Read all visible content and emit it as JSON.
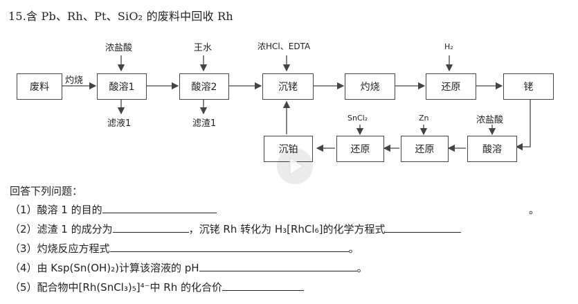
{
  "problem": {
    "title": "15.含 Pb、Rh、Pt、SiO₂ 的废料中回收 Rh"
  },
  "flow": {
    "boxes": {
      "waste": "废料",
      "acid_dissolve_1": "酸溶1",
      "acid_dissolve_2": "酸溶2",
      "precipitate_rh": "沉铑",
      "roast": "灼烧",
      "reduce_top": "还原",
      "rh": "铑",
      "acid_dissolve": "酸溶",
      "reduce_zn": "还原",
      "reduce_sncl2": "还原",
      "precipitate_pt": "沉铂"
    },
    "labels": {
      "roast_arrow": "灼烧",
      "conc_hcl_1": "浓盐酸",
      "aqua_regia": "王水",
      "hcl_edta": "浓HCl、EDTA",
      "h2": "H₂",
      "filtrate_1": "滤液1",
      "residue_1": "滤渣1",
      "sncl2": "SnCl₂",
      "zn": "Zn",
      "conc_hcl_2": "浓盐酸"
    }
  },
  "questions": {
    "header": "回答下列问题：",
    "q1": "（1）酸溶 1 的目的",
    "q1_end": "。",
    "q2a": "（2）滤渣 1 的成分为",
    "q2b": "，沉铑 Rh 转化为 H₃[RhCl₆]的化学方程式",
    "q3": "（3）灼烧反应方程式",
    "q3_end": "。",
    "q4": "（4）由 Ksp(Sn(OH)₂)计算该溶液的 pH",
    "q4_end": "。",
    "q5": "（5）配合物中[Rh(SnCl₃)₅]⁴⁻中 Rh 的化合价"
  }
}
